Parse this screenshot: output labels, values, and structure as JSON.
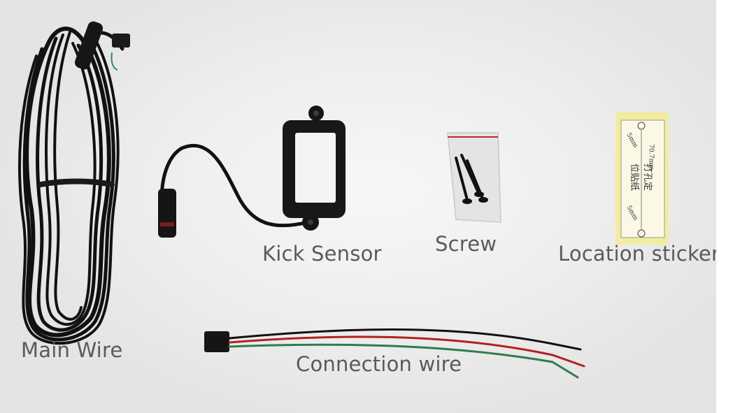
{
  "labels": {
    "main_wire": "Main Wire",
    "kick_sensor": "Kick Sensor",
    "screw": "Screw",
    "location_sticker": "Location sticker",
    "connection_wire": "Connection wire"
  },
  "sticker": {
    "dim_top": "70.7mm",
    "dim_side_top": "5mm",
    "dim_side_bottom": "5mm",
    "chinese_text": "打孔定位贴纸"
  }
}
